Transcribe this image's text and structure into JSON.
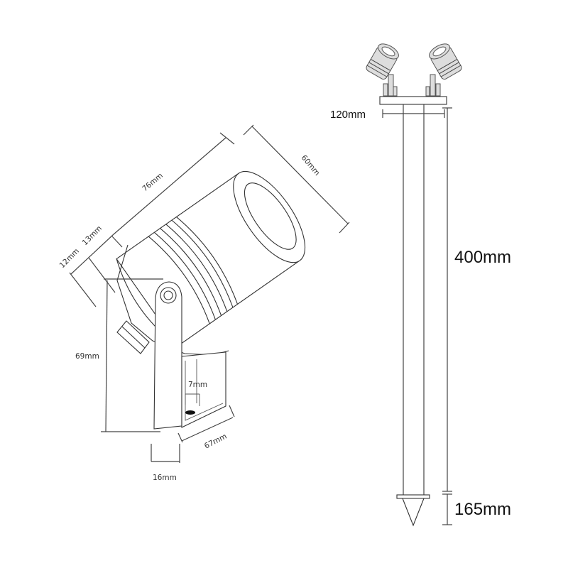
{
  "figure": {
    "title": "",
    "left_view": {
      "description": "Spotlight side view with mounting bracket",
      "dimensions": {
        "length": "76mm",
        "diameter": "60mm",
        "offset_a": "12mm",
        "offset_b": "13mm",
        "height": "69mm",
        "bracket_depth": "67mm",
        "bracket_width": "16mm",
        "hole": "7mm"
      }
    },
    "right_view": {
      "description": "Dual spotlights on ground spike stake",
      "dimensions": {
        "plate_width": "120mm",
        "stake_length": "400mm",
        "spike_length": "165mm"
      }
    }
  },
  "colors": {
    "line": "#333333",
    "background": "#ffffff",
    "text": "#111111"
  }
}
